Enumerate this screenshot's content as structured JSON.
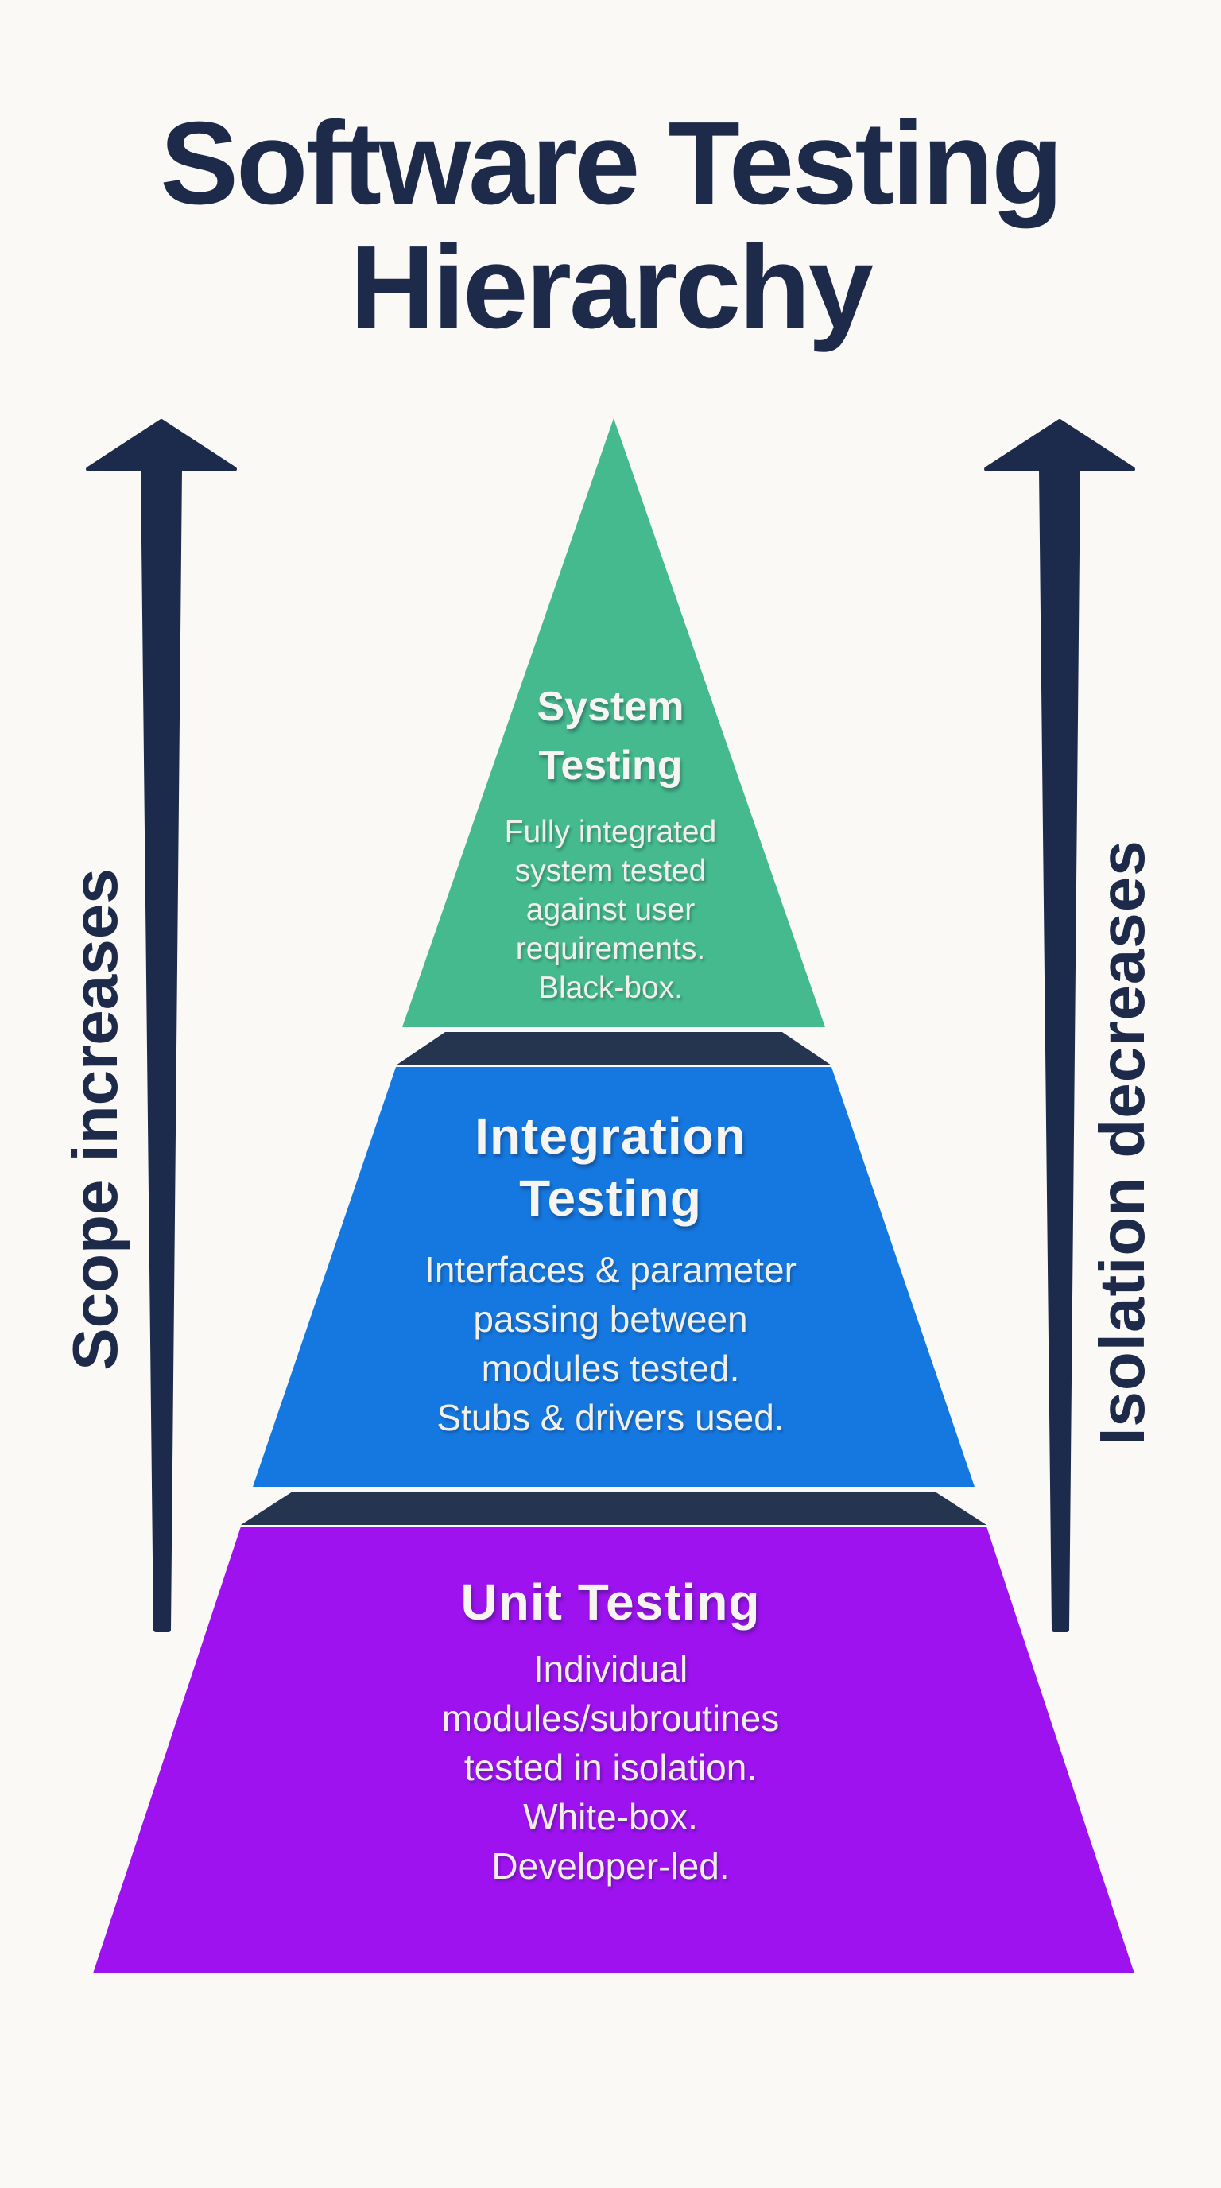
{
  "title": {
    "line1": "Software Testing",
    "line2": "Hierarchy"
  },
  "axes": {
    "left_label": "Scope increases",
    "right_label": "Isolation decreases"
  },
  "pyramid": {
    "levels": [
      {
        "name": "System Testing",
        "heading_line1": "System",
        "heading_line2": "Testing",
        "body_lines": [
          "Fully integrated",
          "system tested",
          "against user",
          "requirements.",
          "Black-box."
        ]
      },
      {
        "name": "Integration Testing",
        "heading_line1": "Integration",
        "heading_line2": "Testing",
        "body_lines": [
          "Interfaces & parameter",
          "passing between",
          "modules tested.",
          "Stubs & drivers used."
        ]
      },
      {
        "name": "Unit Testing",
        "heading_line1": "Unit Testing",
        "body_lines": [
          "Individual",
          "modules/subroutines",
          "tested in isolation.",
          "White-box.",
          "Developer-led."
        ]
      }
    ]
  },
  "colors": {
    "background": "#faf9f6",
    "navy_arrow": "#1c2a4b",
    "separator_band": "#253550",
    "green": "#45ba8e",
    "blue": "#1578e0",
    "purple": "#9d12ee",
    "title_navy": "#1d2a4a",
    "text_light": "#f1efe9"
  }
}
